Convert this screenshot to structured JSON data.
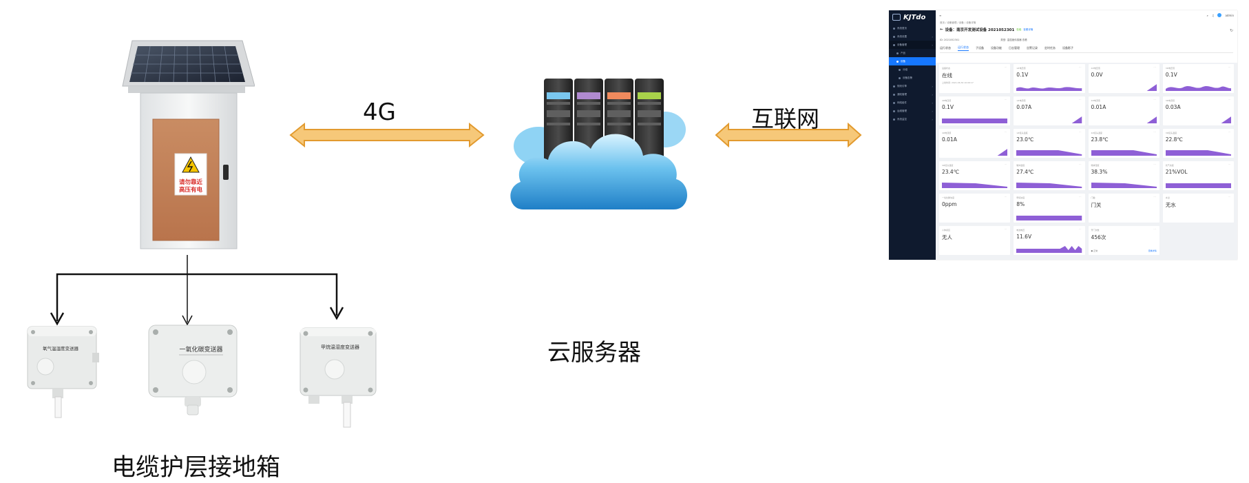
{
  "labels": {
    "link_4g": "4G",
    "link_internet": "互联网",
    "cloud_server": "云服务器",
    "grounding_box": "电缆护层接地箱",
    "warning_sign_line1": "请勿靠近",
    "warning_sign_line2": "高压有电"
  },
  "sensors": [
    {
      "label": "氧气温湿度变送器"
    },
    {
      "label": "一氧化碳变送器"
    },
    {
      "label": "甲烷温湿度变送器"
    }
  ],
  "colors": {
    "arrow_fill": "#f6c879",
    "arrow_stroke": "#e29a2e",
    "cloud_top": "#bfe8fb",
    "cloud_bottom": "#1f86cf",
    "server_led_1": "#7ac7ef",
    "server_led_2": "#b08ad0",
    "server_led_3": "#f08a5d",
    "server_led_4": "#a8d24a",
    "dashboard_sidebar": "#0f1a2e",
    "dashboard_accent": "#1677ff",
    "chart_fill": "#8e5fd6"
  },
  "dashboard": {
    "logo": "KJTdo",
    "user": "admin",
    "breadcrumb": "首页 / 设备管理 / 设备 / 设备详情",
    "title": "设备：南京开发测试设备 2021052301",
    "title_tag": "在线",
    "title_link": "查看详情",
    "info_left": "ID: 2021052301",
    "info_right": "类型: 温湿度传感器 查看",
    "tabs": [
      "运行状态",
      "运行状态",
      "子设备",
      "设备功能",
      "日志管理",
      "告警记录",
      "定时任务",
      "设备影子"
    ],
    "sidebar": [
      {
        "label": "系统首页",
        "kind": "item"
      },
      {
        "label": "系统设置",
        "kind": "item",
        "chevron": true
      },
      {
        "label": "设备管理",
        "kind": "group-open",
        "chevron": true
      },
      {
        "label": "产品",
        "kind": "sub"
      },
      {
        "label": "设备",
        "kind": "sub active"
      },
      {
        "label": "分组",
        "kind": "sub2"
      },
      {
        "label": "设备告警",
        "kind": "sub2"
      },
      {
        "label": "规则引擎",
        "kind": "item",
        "chevron": true
      },
      {
        "label": "通知管理",
        "kind": "item",
        "chevron": true
      },
      {
        "label": "网络组件",
        "kind": "item",
        "chevron": true
      },
      {
        "label": "运维管理",
        "kind": "item",
        "chevron": true
      },
      {
        "label": "系统监控",
        "kind": "item",
        "chevron": true
      }
    ],
    "cards": [
      {
        "label": "设备状态",
        "value": "在线",
        "sub": "上线时间: 2021-06-30 10:06:17",
        "chart": "none"
      },
      {
        "label": "1#电压值",
        "value": "0.1V",
        "chart": "wave"
      },
      {
        "label": "2#电压值",
        "value": "0.0V",
        "chart": "tri"
      },
      {
        "label": "3#电压值",
        "value": "0.1V",
        "chart": "wave2"
      },
      {
        "label": "4#电压值",
        "value": "0.1V",
        "chart": "flat"
      },
      {
        "label": "1#电流值",
        "value": "0.07A",
        "chart": "tri"
      },
      {
        "label": "2#电流值",
        "value": "0.01A",
        "chart": "tri"
      },
      {
        "label": "3#电流值",
        "value": "0.03A",
        "chart": "tri"
      },
      {
        "label": "4#电流值",
        "value": "0.01A",
        "chart": "tri"
      },
      {
        "label": "1#接头温度",
        "value": "23.0℃",
        "chart": "ramp"
      },
      {
        "label": "2#接头温度",
        "value": "23.8℃",
        "chart": "ramp"
      },
      {
        "label": "3#接头温度",
        "value": "22.8℃",
        "chart": "ramp"
      },
      {
        "label": "4#接头温度",
        "value": "23.4℃",
        "chart": "down"
      },
      {
        "label": "箱体温度",
        "value": "27.4℃",
        "chart": "down"
      },
      {
        "label": "箱体湿度",
        "value": "38.3%",
        "chart": "down"
      },
      {
        "label": "氧气浓度",
        "value": "21%VOL",
        "chart": "flat"
      },
      {
        "label": "一氧化碳浓度",
        "value": "0ppm",
        "chart": "none"
      },
      {
        "label": "甲烷浓度",
        "value": "8%",
        "chart": "flat"
      },
      {
        "label": "门磁",
        "value": "门关",
        "chart": "none"
      },
      {
        "label": "水浸",
        "value": "无水",
        "chart": "none"
      },
      {
        "label": "人体感应",
        "value": "无人",
        "chart": "none"
      },
      {
        "label": "电池电压",
        "value": "11.6V",
        "chart": "bumps"
      },
      {
        "label": "开门次数",
        "value": "456次",
        "foot": "● 正常",
        "link": "查看详情",
        "chart": "none"
      }
    ]
  }
}
